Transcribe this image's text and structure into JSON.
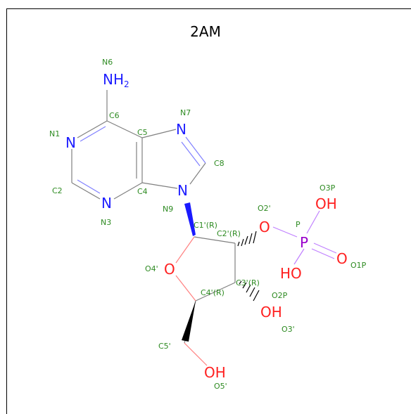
{
  "title": "2AM",
  "colors": {
    "carbon": "#808080",
    "nitrogen": "#1f1fff",
    "oxygen": "#ff2020",
    "phosphorus": "#9900cc",
    "label": "#2e8b22"
  },
  "atoms": {
    "N6": "NH",
    "N6_sub": "2",
    "N1": "N",
    "N3": "N",
    "N7": "N",
    "N9": "N",
    "O4p": "O",
    "O2p": "O",
    "O3p": "OH",
    "O5p": "OH",
    "P": "P",
    "O1P": "O",
    "O2P": "HO",
    "O3P": "OH"
  },
  "labels": {
    "N6": "N6",
    "C6": "C6",
    "N1": "N1",
    "C5": "C5",
    "N7": "N7",
    "C8": "C8",
    "C2": "C2",
    "C4": "C4",
    "N3": "N3",
    "N9": "N9",
    "C1p": "C1'(R)",
    "C2p": "C2'(R)",
    "O2p": "O2'",
    "P": "P",
    "O3P": "O3P",
    "O4p": "O4'",
    "C3p": "C3'(R)",
    "O1P": "O1P",
    "O2P": "O2P",
    "C4p": "C4'(R)",
    "O3p": "O3'",
    "C5p": "C5'",
    "O5p": "O5'"
  }
}
